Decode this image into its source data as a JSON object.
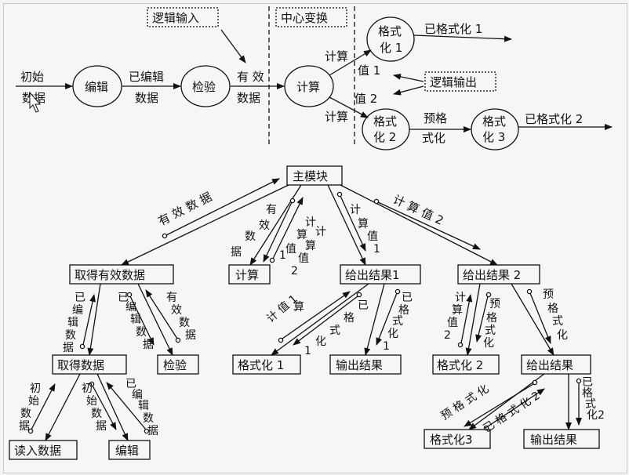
{
  "dfd": {
    "logic_input": "逻辑输入",
    "center_transform": "中心变换",
    "logic_output": "逻辑输出",
    "raw_data": [
      "初始",
      "数据"
    ],
    "edit": "编辑",
    "edited_data": [
      "已编辑",
      "数据"
    ],
    "check": "检验",
    "valid_data": [
      "有 效",
      "数据"
    ],
    "compute": "计算",
    "compute_label_top": "计算",
    "compute_label_bottom": "计算",
    "value1": "值 1",
    "value2": "值 2",
    "format1": [
      "格式",
      "化 1"
    ],
    "format2": [
      "格式",
      "化 2"
    ],
    "format3": [
      "格式",
      "化 3"
    ],
    "formatted1": "已格式化 1",
    "preformat": [
      "预格",
      "式化"
    ],
    "formatted2": "已格式化 2"
  },
  "tree": {
    "main": "主模块",
    "get_valid": "取得有效数据",
    "compute": "计算",
    "give_result1": "给出结果1",
    "give_result2": "给出结果 2",
    "get_data": "取得数据",
    "check": "检验",
    "format1": "格式化 1",
    "output1": "输出结果",
    "format2": "格式化 2",
    "give_result": "给出结果",
    "read_data": "读入数据",
    "edit": "编辑",
    "format3": "格式化3",
    "output2": "输出结果",
    "labels": {
      "valid_data": "有 效 数 据",
      "calc_value_2": "计 算 值 2",
      "main_calc_in": [
        "有",
        "效",
        "数",
        "据"
      ],
      "main_calc_out1": [
        "计",
        "算",
        "值",
        "1"
      ],
      "main_calc_out2": [
        "计",
        "算",
        "值",
        "2"
      ],
      "main_r1": [
        "计",
        "算",
        "值",
        "1"
      ],
      "edited_data_up": [
        "已",
        "编",
        "辑",
        "数",
        "据"
      ],
      "edited_data_down": [
        "已",
        "编",
        "辑",
        "数",
        "据"
      ],
      "valid_data_up": [
        "有",
        "效",
        "数",
        "据"
      ],
      "r1_calc": "计 值 1",
      "r1_calc_side": [
        "算"
      ],
      "r1_formatted": [
        "已",
        "格",
        "式",
        "化",
        "1"
      ],
      "r1_out": [
        "已",
        "格",
        "式",
        "化",
        "1"
      ],
      "r2_calc": [
        "计",
        "算",
        "值",
        "2"
      ],
      "r2_pre": [
        "预",
        "格",
        "式",
        "化"
      ],
      "r2_pre_down": [
        "预",
        "格",
        "式",
        "化"
      ],
      "gd_raw": [
        "初",
        "始",
        "数",
        "据"
      ],
      "gd_raw2": [
        "初",
        "始",
        "数",
        "据"
      ],
      "gd_edited": [
        "已",
        "编",
        "辑",
        "数",
        "据"
      ],
      "gr_pre": "预 格 式 化",
      "gr_formatted2": "已 格 式 化 2",
      "gr_formatted2_b": [
        "已",
        "格",
        "式",
        "化",
        "2"
      ]
    }
  }
}
